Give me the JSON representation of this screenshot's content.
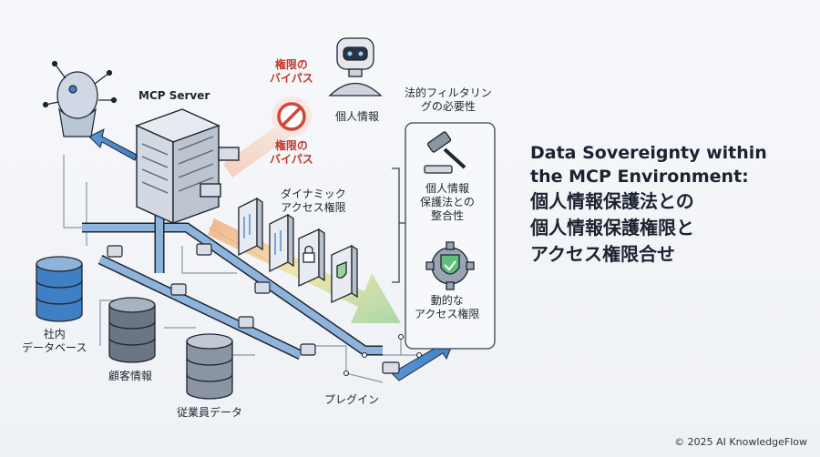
{
  "labels": {
    "mcp_server": "MCP Server",
    "bypass_top": "権限の\nバイパス",
    "bypass_bottom": "権限の\nバイパス",
    "personal_info": "個人情報",
    "filtering_necessity": "法的フィルタリン\nグの必要性",
    "dynamic_access": "ダイナミック\nアクセス権限",
    "compliance": "個人情報\n保護法との\n整合性",
    "dynamic_access_control": "動的な\nアクセス権限",
    "internal_db": "社内\nデータベース",
    "customer_info": "顧客情報",
    "employee_data": "従業員データ",
    "plugin": "プレグイン"
  },
  "title": {
    "line1": "Data Sovereignty within",
    "line2": "the MCP Environment:",
    "line3": "個人情報保護法との",
    "line4": "個人情報保護権限と",
    "line5": "アクセス権限合せ"
  },
  "copyright": "© 2025 AI KnowledgeFlow",
  "colors": {
    "accent_blue": "#3f7fc4",
    "warning_red": "#d2453a",
    "shield_green": "#4caf6a",
    "outline": "#1f2530"
  }
}
